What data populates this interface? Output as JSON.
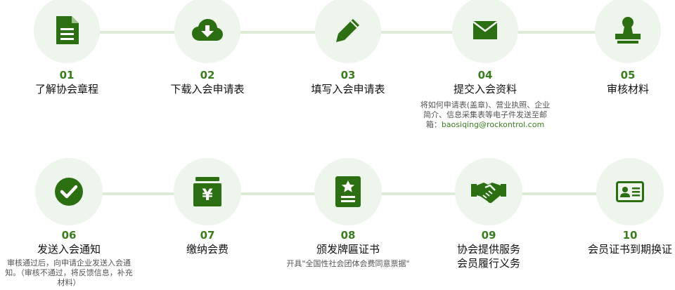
{
  "colors": {
    "accent": "#3a7d1f",
    "icon": "#2c6e12",
    "circle_bg": "#eef5ec",
    "connector": "#dcebd6"
  },
  "steps": [
    {
      "num": "01",
      "title": "了解协会章程",
      "icon": "document-icon"
    },
    {
      "num": "02",
      "title": "下载入会申请表",
      "icon": "cloud-download-icon"
    },
    {
      "num": "03",
      "title": "填写入会申请表",
      "icon": "pencil-icon"
    },
    {
      "num": "04",
      "title": "提交入会资料",
      "icon": "envelope-icon",
      "desc": "将如何申请表(盖章)、营业执照、企业简介、信息采集表等电子件发送至邮箱：",
      "email": "baosiqing@rockontrol.com"
    },
    {
      "num": "05",
      "title": "审核材料",
      "icon": "stamp-icon"
    },
    {
      "num": "06",
      "title": "发送入会通知",
      "icon": "check-circle-icon",
      "desc": "审核通过后，向申请企业发送入会通知。（审核不通过，将反馈信息，补充材料）"
    },
    {
      "num": "07",
      "title": "缴纳会费",
      "icon": "yen-wallet-icon"
    },
    {
      "num": "08",
      "title": "颁发牌匾证书",
      "icon": "certificate-plaque-icon",
      "desc": "开具\"全国性社会团体会费同意票据\""
    },
    {
      "num": "09",
      "title": "协会提供服务",
      "title2": "会员履行义务",
      "icon": "handshake-icon"
    },
    {
      "num": "10",
      "title": "会员证书到期换证",
      "icon": "id-card-icon"
    }
  ]
}
